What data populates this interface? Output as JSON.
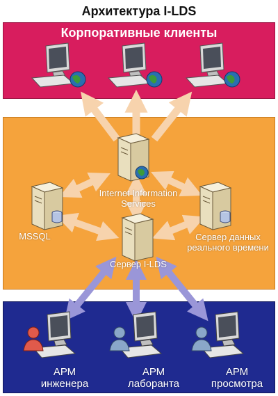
{
  "title": "Архитектура I-LDS",
  "corporate": {
    "title": "Корпоративные клиенты"
  },
  "servers": {
    "iis": "Internet Information Services",
    "mssql": "MSSQL",
    "realtime": "Сервер данных реального времени",
    "ilds": "Сервер I-LDS"
  },
  "workstations": [
    {
      "line1": "АРМ",
      "line2": "инженера"
    },
    {
      "line1": "АРМ",
      "line2": "лаборанта"
    },
    {
      "line1": "АРМ",
      "line2": "просмотра"
    }
  ],
  "colors": {
    "corporate_panel": "#d81d5e",
    "server_panel": "#f5a33c",
    "workstation_panel": "#1f2a90",
    "arrow_light": "#f7d3ad",
    "arrow_purple": "#9a96d8"
  },
  "icons": {
    "client": "computer-with-globe-icon",
    "server": "server-tower-icon",
    "engineer": "engineer-user-icon",
    "lab": "lab-user-icon",
    "viewer": "viewer-user-icon"
  }
}
